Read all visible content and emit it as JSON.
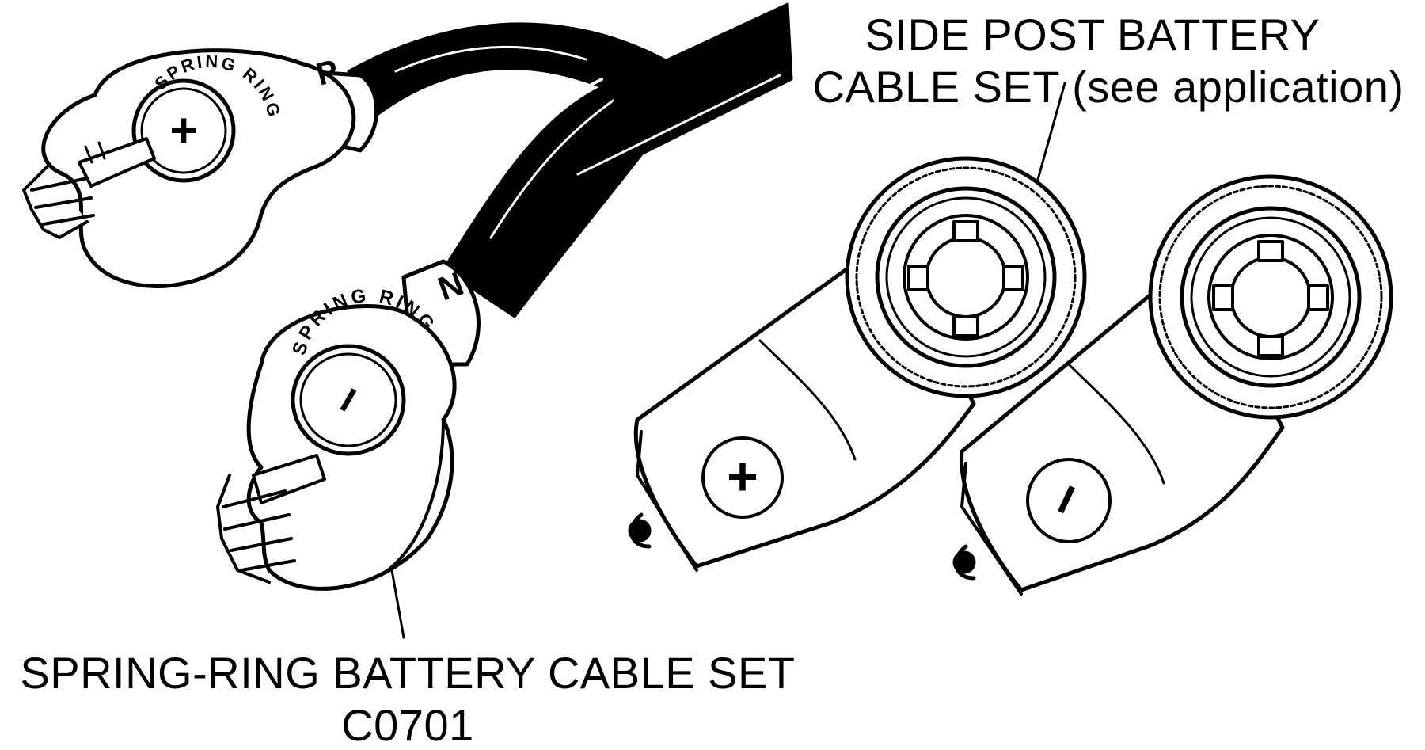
{
  "labels": {
    "side_post_line1": "SIDE POST BATTERY",
    "side_post_line2": "CABLE SET (see application)",
    "spring_ring_line1": "SPRING-RING BATTERY CABLE SET",
    "spring_ring_part": "C0701"
  },
  "stamped_text": {
    "terminal_marking": "SPRING RING",
    "positive_band": "P",
    "negative_band": "N",
    "positive_symbol": "+",
    "negative_symbol": "−"
  },
  "colors": {
    "ink": "#000000",
    "paper": "#ffffff"
  }
}
